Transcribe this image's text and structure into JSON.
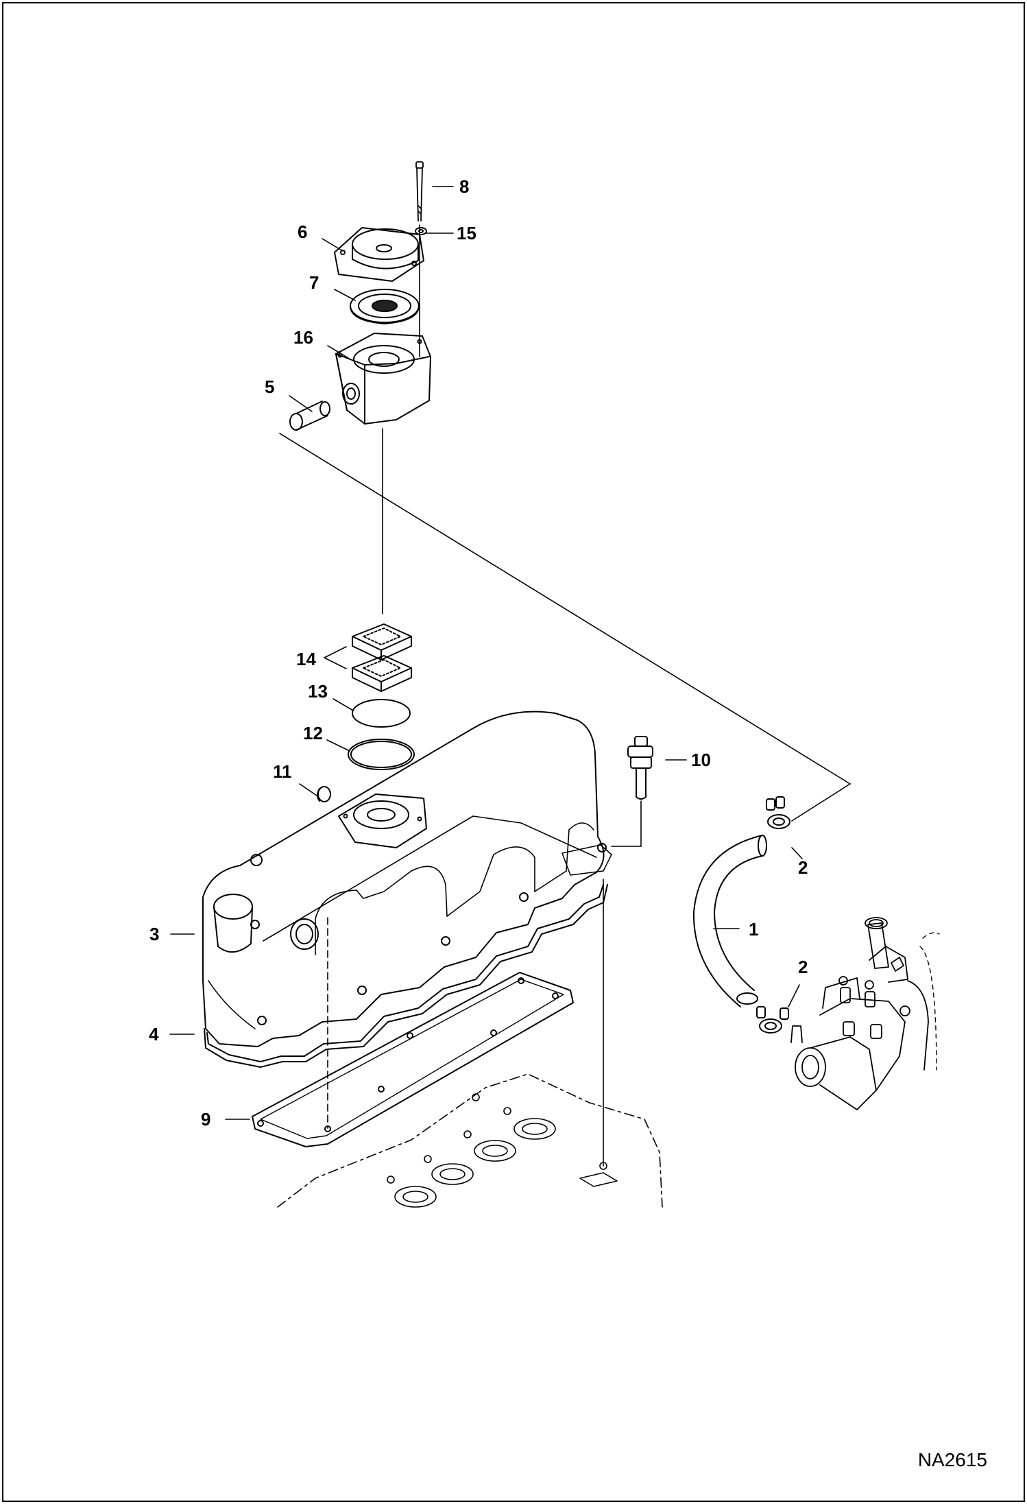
{
  "figure_id": "NA2615",
  "callouts": [
    {
      "key": "c8",
      "text": "8"
    },
    {
      "key": "c15",
      "text": "15"
    },
    {
      "key": "c6",
      "text": "6"
    },
    {
      "key": "c7",
      "text": "7"
    },
    {
      "key": "c16",
      "text": "16"
    },
    {
      "key": "c5",
      "text": "5"
    },
    {
      "key": "c14",
      "text": "14"
    },
    {
      "key": "c13",
      "text": "13"
    },
    {
      "key": "c12",
      "text": "12"
    },
    {
      "key": "c11",
      "text": "11"
    },
    {
      "key": "c10",
      "text": "10"
    },
    {
      "key": "c2a",
      "text": "2"
    },
    {
      "key": "c1",
      "text": "1"
    },
    {
      "key": "c2b",
      "text": "2"
    },
    {
      "key": "c3",
      "text": "3"
    },
    {
      "key": "c4",
      "text": "4"
    },
    {
      "key": "c9",
      "text": "9"
    }
  ]
}
